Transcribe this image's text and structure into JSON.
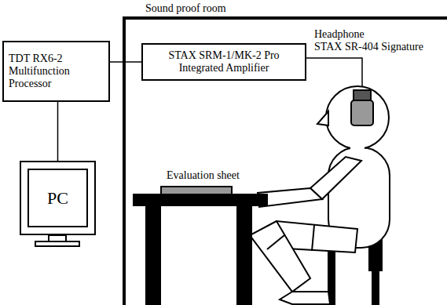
{
  "diagram": {
    "nodes": [
      {
        "text": [
          "TDT RX6-2 Multifunction Processor"
        ]
      },
      {
        "text": [
          "STAX SRM-1/MK-2 Pro Integrated Amplifier"
        ]
      },
      {
        "text": [
          "PC"
        ]
      }
    ],
    "edges": [
      {
        "from": 0,
        "to": 1,
        "arrow": "none"
      },
      {
        "from": 0,
        "to": 2,
        "arrow": "none"
      }
    ],
    "labels": [
      "Sound proof room",
      "Headphone",
      "STAX SR-404 Signature",
      "Evaluation sheet"
    ]
  }
}
